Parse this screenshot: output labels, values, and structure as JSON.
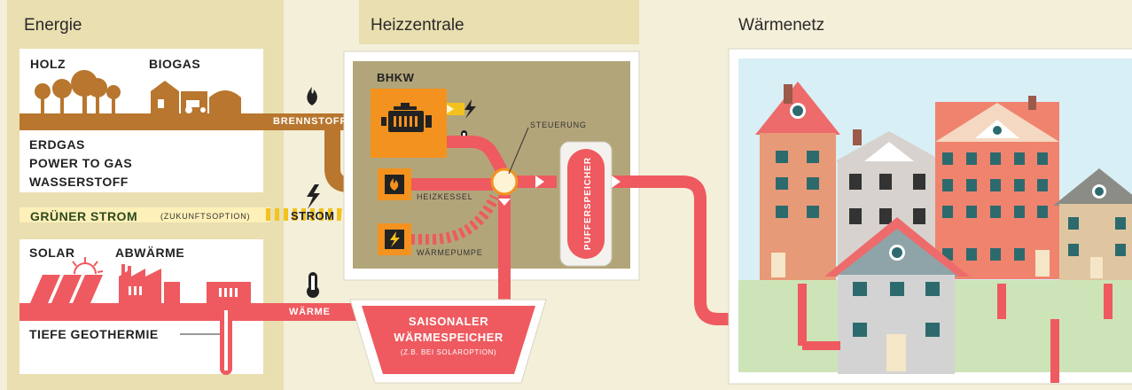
{
  "columns": {
    "energie": "Energie",
    "heizzentrale": "Heizzentrale",
    "waermenetz": "Wärmenetz"
  },
  "sources": {
    "holz": "HOLZ",
    "biogas": "BIOGAS",
    "erdgas": "ERDGAS",
    "power_to_gas": "POWER TO GAS",
    "wasserstoff": "WASSERSTOFF",
    "gruener_strom": "GRÜNER STROM",
    "zukunftsoption": "(ZUKUNFTSOPTION)",
    "solar": "SOLAR",
    "abwaerme": "ABWÄRME",
    "tiefe_geothermie": "TIEFE GEOTHERMIE"
  },
  "flows": {
    "brennstoff": "BRENNSTOFF",
    "strom": "STROM",
    "waerme": "WÄRME"
  },
  "plant": {
    "bhkw": "BHKW",
    "heizkessel": "HEIZKESSEL",
    "waermepumpe": "WÄRMEPUMPE",
    "steuerung": "STEUERUNG",
    "pufferspeicher": "PUFFERSPEICHER"
  },
  "storage": {
    "line1": "SAISONALER",
    "line2": "WÄRMESPEICHER",
    "note": "(Z.B. BEI SOLAROPTION)"
  },
  "colors": {
    "background": "#f4efd9",
    "panel": "#e9dfb0",
    "brennstoff": "#b8762e",
    "waerme": "#ee5a5f",
    "strom": "#f3c21e",
    "plant_bg": "#b3a57a",
    "unit": "#f3921e"
  }
}
